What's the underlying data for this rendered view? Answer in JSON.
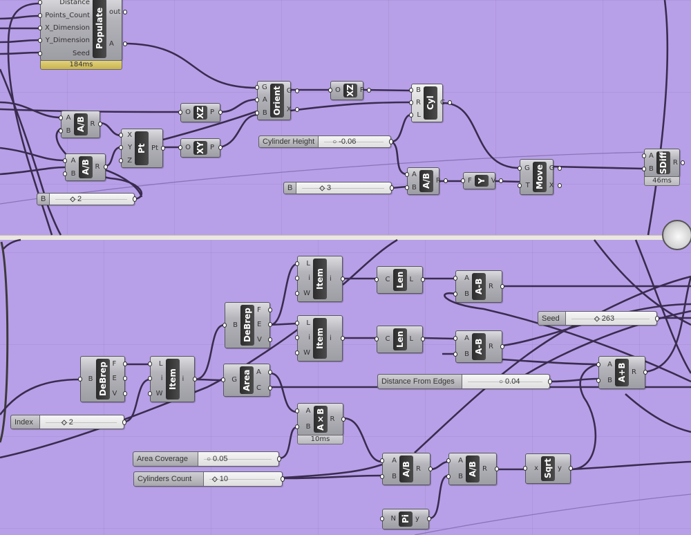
{
  "canvas": {
    "background": "#b8a0e8",
    "wire_color": "#3a2c4f"
  },
  "components": {
    "populate": {
      "name": "Populate",
      "inputs": [
        "Distance",
        "Points_Count",
        "X_Dimension",
        "Y_Dimension",
        "Seed"
      ],
      "outputs": [
        "out",
        "A"
      ],
      "time": "184ms"
    },
    "xz1": {
      "name": "XZ",
      "inputs": [
        "O"
      ],
      "outputs": [
        "P"
      ]
    },
    "div1": {
      "name": "A/B",
      "inputs": [
        "A",
        "B"
      ],
      "outputs": [
        "R"
      ]
    },
    "pt": {
      "name": "Pt",
      "inputs": [
        "X",
        "Y",
        "Z"
      ],
      "outputs": [
        "Pt"
      ]
    },
    "xy": {
      "name": "XY",
      "inputs": [
        "O"
      ],
      "outputs": [
        "P"
      ]
    },
    "div2": {
      "name": "A/B",
      "inputs": [
        "A",
        "B"
      ],
      "outputs": [
        "R"
      ]
    },
    "orient": {
      "name": "Orient",
      "inputs": [
        "G",
        "A",
        "B"
      ],
      "outputs": [
        "G",
        "X"
      ]
    },
    "xz2": {
      "name": "XZ",
      "inputs": [
        "O"
      ],
      "outputs": [
        "P"
      ]
    },
    "cyl": {
      "name": "Cyl",
      "inputs": [
        "B",
        "R",
        "L"
      ],
      "outputs": [
        "C"
      ]
    },
    "div3": {
      "name": "A/B",
      "inputs": [
        "A",
        "B"
      ],
      "outputs": [
        "R"
      ]
    },
    "yvec": {
      "name": "Y",
      "inputs": [
        "F"
      ],
      "outputs": [
        "V"
      ]
    },
    "move": {
      "name": "Move",
      "inputs": [
        "G",
        "T"
      ],
      "outputs": [
        "G",
        "X"
      ]
    },
    "sdiff": {
      "name": "SDiff",
      "inputs": [
        "A",
        "B"
      ],
      "outputs": [
        "R"
      ],
      "time": "46ms"
    },
    "debrep1": {
      "name": "DeBrep",
      "inputs": [
        "B"
      ],
      "outputs": [
        "F",
        "E",
        "V"
      ]
    },
    "item1": {
      "name": "Item",
      "inputs": [
        "L",
        "i",
        "W"
      ],
      "outputs": [
        "i"
      ]
    },
    "debrep2": {
      "name": "DeBrep",
      "inputs": [
        "B"
      ],
      "outputs": [
        "F",
        "E",
        "V"
      ]
    },
    "item2": {
      "name": "Item",
      "inputs": [
        "L",
        "i",
        "W"
      ],
      "outputs": [
        "i"
      ]
    },
    "item3": {
      "name": "Item",
      "inputs": [
        "L",
        "i",
        "W"
      ],
      "outputs": [
        "i"
      ]
    },
    "area": {
      "name": "Area",
      "inputs": [
        "G"
      ],
      "outputs": [
        "A",
        "C"
      ]
    },
    "axb": {
      "name": "A×B",
      "inputs": [
        "A",
        "B"
      ],
      "outputs": [
        "R"
      ],
      "time": "10ms"
    },
    "len1": {
      "name": "Len",
      "inputs": [
        "C"
      ],
      "outputs": [
        "L"
      ]
    },
    "len2": {
      "name": "Len",
      "inputs": [
        "C"
      ],
      "outputs": [
        "L"
      ]
    },
    "amb1": {
      "name": "A-B",
      "inputs": [
        "A",
        "B"
      ],
      "outputs": [
        "R"
      ]
    },
    "amb2": {
      "name": "A-B",
      "inputs": [
        "A",
        "B"
      ],
      "outputs": [
        "R"
      ]
    },
    "apb": {
      "name": "A+B",
      "inputs": [
        "A",
        "B"
      ],
      "outputs": [
        "R"
      ]
    },
    "div4": {
      "name": "A/B",
      "inputs": [
        "A",
        "B"
      ],
      "outputs": [
        "R"
      ]
    },
    "div5": {
      "name": "A/B",
      "inputs": [
        "A",
        "B"
      ],
      "outputs": [
        "R"
      ]
    },
    "sqrt": {
      "name": "Sqrt",
      "inputs": [
        "x"
      ],
      "outputs": [
        "y"
      ]
    },
    "pi": {
      "name": "Pi",
      "inputs": [
        "N"
      ],
      "outputs": [
        "y"
      ]
    }
  },
  "sliders": {
    "b2": {
      "label": "B",
      "value": "2",
      "marker": "◇"
    },
    "cylh": {
      "label": "Cylinder Height",
      "value": "-0.06",
      "marker": "○"
    },
    "b3": {
      "label": "B",
      "value": "3",
      "marker": "◇"
    },
    "index": {
      "label": "Index",
      "value": "2",
      "marker": "◇"
    },
    "areacov": {
      "label": "Area Coverage",
      "value": "0.05",
      "marker": "○"
    },
    "cylcount": {
      "label": "Cylinders Count",
      "value": "10",
      "marker": "◇"
    },
    "seed": {
      "label": "Seed",
      "value": "263",
      "marker": "◇"
    },
    "dist": {
      "label": "Distance From Edges",
      "value": "0.04",
      "marker": "○"
    }
  }
}
